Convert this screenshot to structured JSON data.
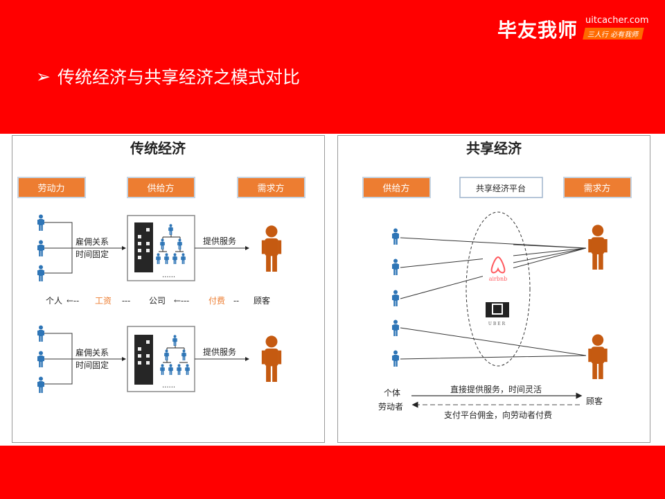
{
  "header": {
    "title": "传统经济与共享经济之模式对比",
    "bullet_icon": "arrow-bullet",
    "brand": "毕友我师",
    "site": "uitcacher.com",
    "slogan": "三人行 必有我师"
  },
  "left": {
    "title": "传统经济",
    "boxes": [
      "劳动力",
      "供给方",
      "需求方"
    ],
    "relation1": "雇佣关系",
    "relation2": "时间固定",
    "service": "提供服务",
    "flow": {
      "individual": "个人",
      "wage": "工资",
      "company": "公司",
      "fee": "付费",
      "customer": "顾客"
    }
  },
  "right": {
    "title": "共享经济",
    "boxes": [
      "供给方",
      "共享经济平台",
      "需求方"
    ],
    "logos": [
      "airbnb",
      "UBER"
    ],
    "worker1": "个体",
    "worker2": "劳动者",
    "customer": "顾客",
    "direct": "直接提供服务，时间灵活",
    "pay": "支付平台佣金，向劳动者付费"
  },
  "colors": {
    "red": "#ff0000",
    "orange_box": "#ed7d31",
    "person_blue": "#2e75b6",
    "person_orange": "#c55a11"
  }
}
